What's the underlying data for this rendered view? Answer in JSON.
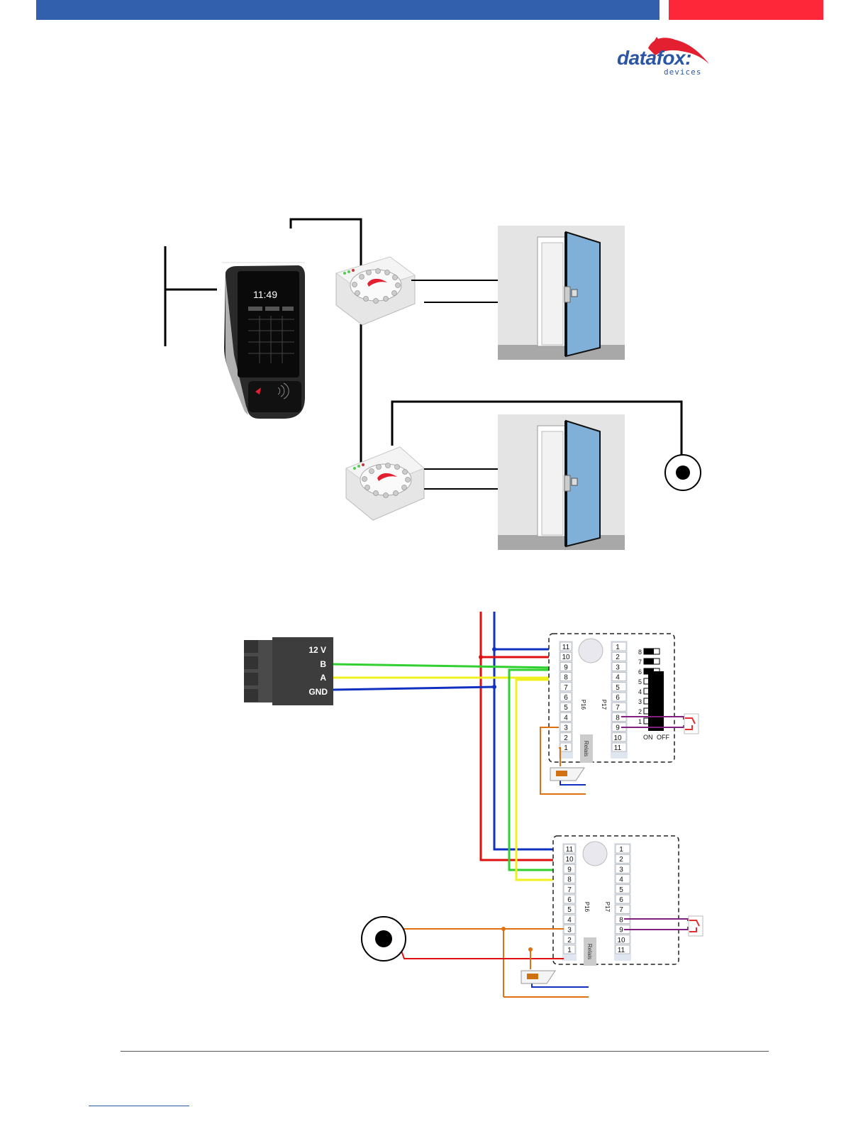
{
  "header": {
    "brand_color_blue": "#3260ad",
    "brand_color_red": "#fe2639"
  },
  "logo": {
    "main": "datafox:",
    "sub": "devices"
  },
  "terminal": {
    "time": "11:49"
  },
  "connector": {
    "labels": [
      "12 V",
      "B",
      "A",
      "GND"
    ]
  },
  "modules": [
    {
      "p16_label": "P16",
      "p17_label": "P17",
      "relay_label": "Relais",
      "p16_pins": [
        "11",
        "10",
        "9",
        "8",
        "7",
        "6",
        "5",
        "4",
        "3",
        "2",
        "1"
      ],
      "p17_pins": [
        "1",
        "2",
        "3",
        "4",
        "5",
        "6",
        "7",
        "8",
        "9",
        "10",
        "11"
      ],
      "dip_numbers": [
        "8",
        "7",
        "6",
        "5",
        "4",
        "3",
        "2",
        "1"
      ],
      "dip_on": "ON",
      "dip_off": "OFF"
    },
    {
      "p16_label": "P16",
      "p17_label": "P17",
      "relay_label": "Relais",
      "p16_pins": [
        "11",
        "10",
        "9",
        "8",
        "7",
        "6",
        "5",
        "4",
        "3",
        "2",
        "1"
      ],
      "p17_pins": [
        "1",
        "2",
        "3",
        "4",
        "5",
        "6",
        "7",
        "8",
        "9",
        "10",
        "11"
      ]
    }
  ],
  "wire_colors": {
    "plus": "#e01010",
    "gnd": "#1030c0",
    "b": "#30d030",
    "a": "#f0f020",
    "relay": "#e07010",
    "contact": "#802080"
  }
}
